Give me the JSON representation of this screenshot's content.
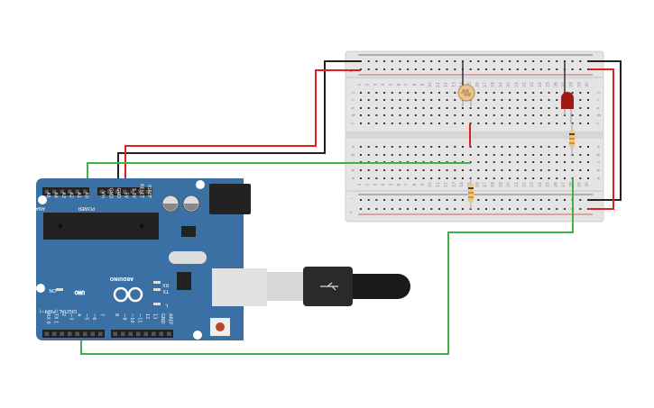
{
  "colors": {
    "board": "#3a70a3",
    "wire_red": "#e02020",
    "wire_black": "#222222",
    "wire_green": "#3db24a",
    "breadboard": "#e6e6e6",
    "led": "#a11818"
  },
  "arduino": {
    "brand": "ARDUINO",
    "model": "UNO",
    "analog_label": "ANALOG IN",
    "power_label": "POWER",
    "digital_label": "DIGITAL (PWM~)",
    "on_label": "ON",
    "rx_label": "RX",
    "tx_label": "TX",
    "l_label": "L",
    "analog_pins": [
      "A5",
      "A4",
      "A3",
      "A2",
      "A1",
      "A0"
    ],
    "power_pins": [
      "Vin",
      "GND",
      "GND",
      "5V",
      "3.3V",
      "RESET",
      "IOREF"
    ],
    "digital_pins_low": [
      "RX 0",
      "TX 1",
      "2",
      "~3",
      "4",
      "~5",
      "~6",
      "7"
    ],
    "digital_pins_high": [
      "8",
      "~9",
      "~10",
      "~11",
      "12",
      "13",
      "GND",
      "AREF"
    ]
  },
  "breadboard": {
    "rows_top": [
      "j",
      "i",
      "h",
      "g",
      "f"
    ],
    "rows_bottom": [
      "e",
      "d",
      "c",
      "b",
      "a"
    ],
    "columns": 30,
    "rail_minus": "−",
    "rail_plus": "+"
  }
}
